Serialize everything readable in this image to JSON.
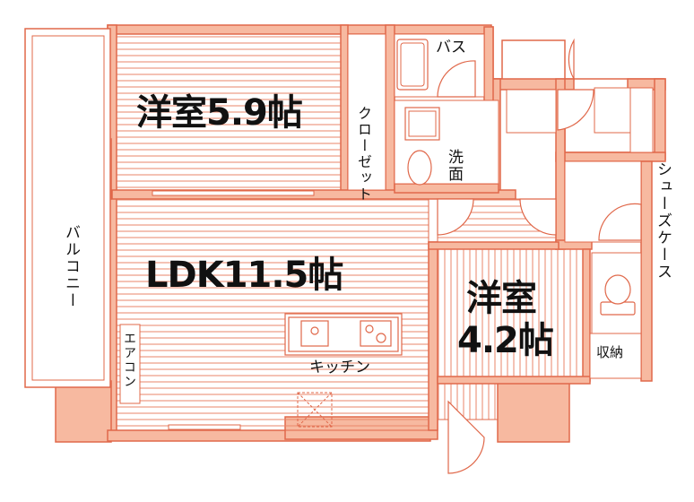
{
  "floorplan": {
    "colors": {
      "wall_fill": "#f7b9a0",
      "wall_stroke": "#e0684a",
      "floor_line": "#e8866a",
      "background": "#ffffff"
    },
    "rooms": {
      "western_room_1": "洋室5.9帖",
      "ldk": "LDK11.5帖",
      "western_room_2_line1": "洋室",
      "western_room_2_line2": "4.2帖"
    },
    "spaces": {
      "closet": "クローゼット",
      "bath": "バス",
      "washroom": "洗面",
      "kitchen": "キッチン",
      "balcony": "バルコニー",
      "aircon": "エアコン",
      "shoe_case": "シューズケース",
      "storage": "収納"
    },
    "icons": [
      "door-swing-icon",
      "toilet-icon",
      "sink-icon",
      "bathtub-icon",
      "stove-icon",
      "refrigerator-space-icon"
    ]
  }
}
